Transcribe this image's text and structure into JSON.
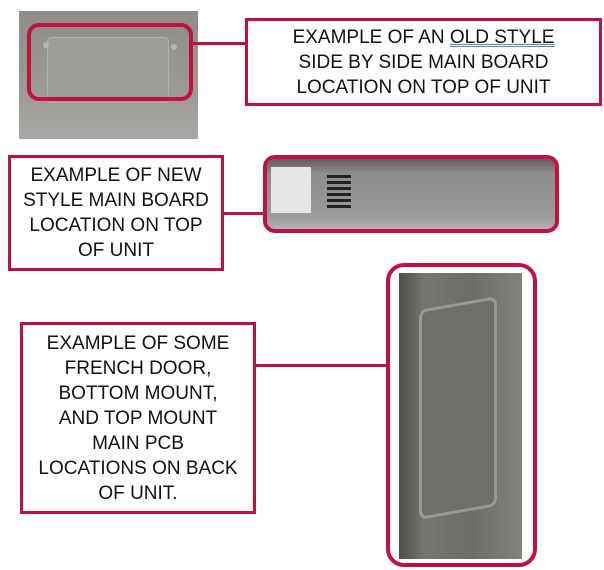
{
  "callouts": {
    "old_style": {
      "prefix": "EXAMPLE OF AN ",
      "underlined": "OLD STYLE",
      "rest": "SIDE BY SIDE MAIN BOARD LOCATION ON TOP OF UNIT"
    },
    "new_style": {
      "text": "EXAMPLE OF NEW STYLE MAIN BOARD LOCATION ON TOP OF UNIT"
    },
    "back_of_unit": {
      "text": "EXAMPLE OF SOME FRENCH DOOR, BOTTOM MOUNT, AND TOP MOUNT MAIN PCB LOCATIONS ON BACK OF UNIT."
    }
  },
  "colors": {
    "accent": "#c2103f"
  }
}
